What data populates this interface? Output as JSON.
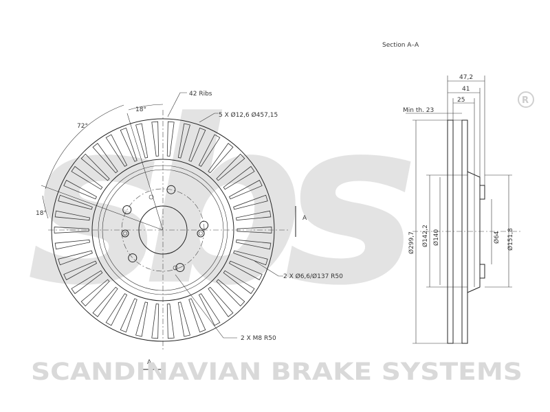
{
  "colors": {
    "watermark": "#d9d9d9",
    "line": "#222222",
    "text": "#333333"
  },
  "watermark": {
    "logo_text": "sbs",
    "registered_mark": "R",
    "brand": "SCANDINAVIAN BRAKE SYSTEMS"
  },
  "front_view": {
    "ribs_label": "42 Ribs",
    "angle_18_top": "18°",
    "angle_72": "72°",
    "angle_18_left": "18°",
    "bolt_holes_label": "5 X Ø12,6  Ø457,15",
    "holes_label": "2 X Ø6,6/Ø137 R50",
    "threads_label": "2 X M8 R50",
    "section_marker_right": "A",
    "section_marker_bottom": "A"
  },
  "section_view": {
    "title": "Section  A–A",
    "dim_47_2": "47,2",
    "dim_41": "41",
    "dim_25": "25",
    "min_thickness": "Min th. 23",
    "dia_299_7": "Ø299,7",
    "dia_142_2": "Ø142,2",
    "dia_140": "Ø140",
    "dia_64": "Ø64",
    "dia_151_8": "Ø151,8"
  }
}
